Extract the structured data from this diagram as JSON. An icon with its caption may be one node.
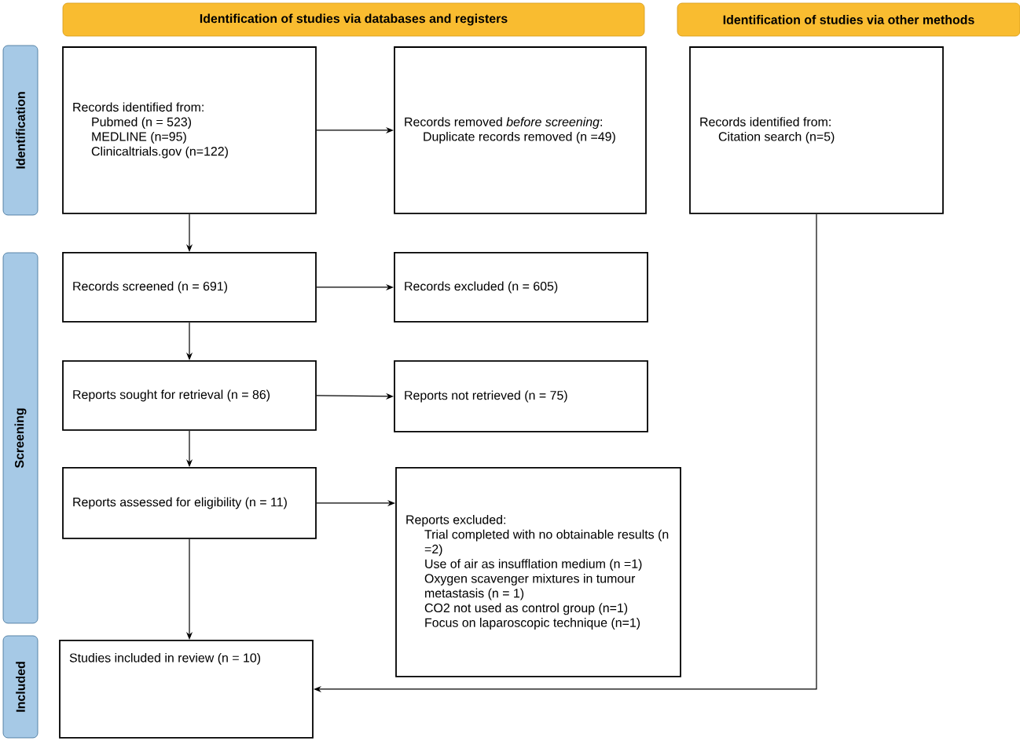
{
  "diagram": {
    "nodes": [
      {
        "text": [
          "Identification of studies via databases and registers"
        ]
      },
      {
        "text": [
          "Identification of studies via other methods"
        ]
      },
      {
        "text": [
          "Identification"
        ]
      },
      {
        "text": [
          "Screening"
        ]
      },
      {
        "text": [
          "Included"
        ]
      },
      {
        "text": [
          "Records identified from:",
          "Pubmed (n = 523)",
          "MEDLINE (n=95)",
          "Clinicaltrials.gov (n=122)"
        ]
      },
      {
        "text": [
          "Records removed *before screening*:",
          "Duplicate records removed (n =49)"
        ]
      },
      {
        "text": [
          "Records identified from:",
          "Citation search (n=5)"
        ]
      },
      {
        "text": [
          "Records screened (n = 691)"
        ]
      },
      {
        "text": [
          "Records excluded (n = 605)"
        ]
      },
      {
        "text": [
          "Reports sought for retrieval (n = 86)"
        ]
      },
      {
        "text": [
          "Reports not retrieved (n = 75)"
        ]
      },
      {
        "text": [
          "Reports assessed for eligibility (n = 11)"
        ]
      },
      {
        "text": [
          "Reports excluded:",
          "Trial completed with no obtainable results (n =2)",
          "Use of air as insufflation medium (n =1)",
          "Oxygen scavenger mixtures in tumour metastasis (n = 1)",
          "CO2 not used as control group (n=1)",
          "Focus on laparoscopic technique (n=1)"
        ]
      },
      {
        "text": [
          "Studies included in review (n = 10)"
        ]
      }
    ],
    "edges": [
      {
        "from": 5,
        "to": 6,
        "arrow": "to"
      },
      {
        "from": 5,
        "to": 8,
        "arrow": "to"
      },
      {
        "from": 8,
        "to": 9,
        "arrow": "to"
      },
      {
        "from": 8,
        "to": 10,
        "arrow": "to"
      },
      {
        "from": 10,
        "to": 11,
        "arrow": "to"
      },
      {
        "from": 10,
        "to": 12,
        "arrow": "to"
      },
      {
        "from": 12,
        "to": 13,
        "arrow": "to"
      },
      {
        "from": 12,
        "to": 14,
        "arrow": "to"
      },
      {
        "from": 7,
        "to": 14,
        "arrow": "to"
      }
    ]
  }
}
